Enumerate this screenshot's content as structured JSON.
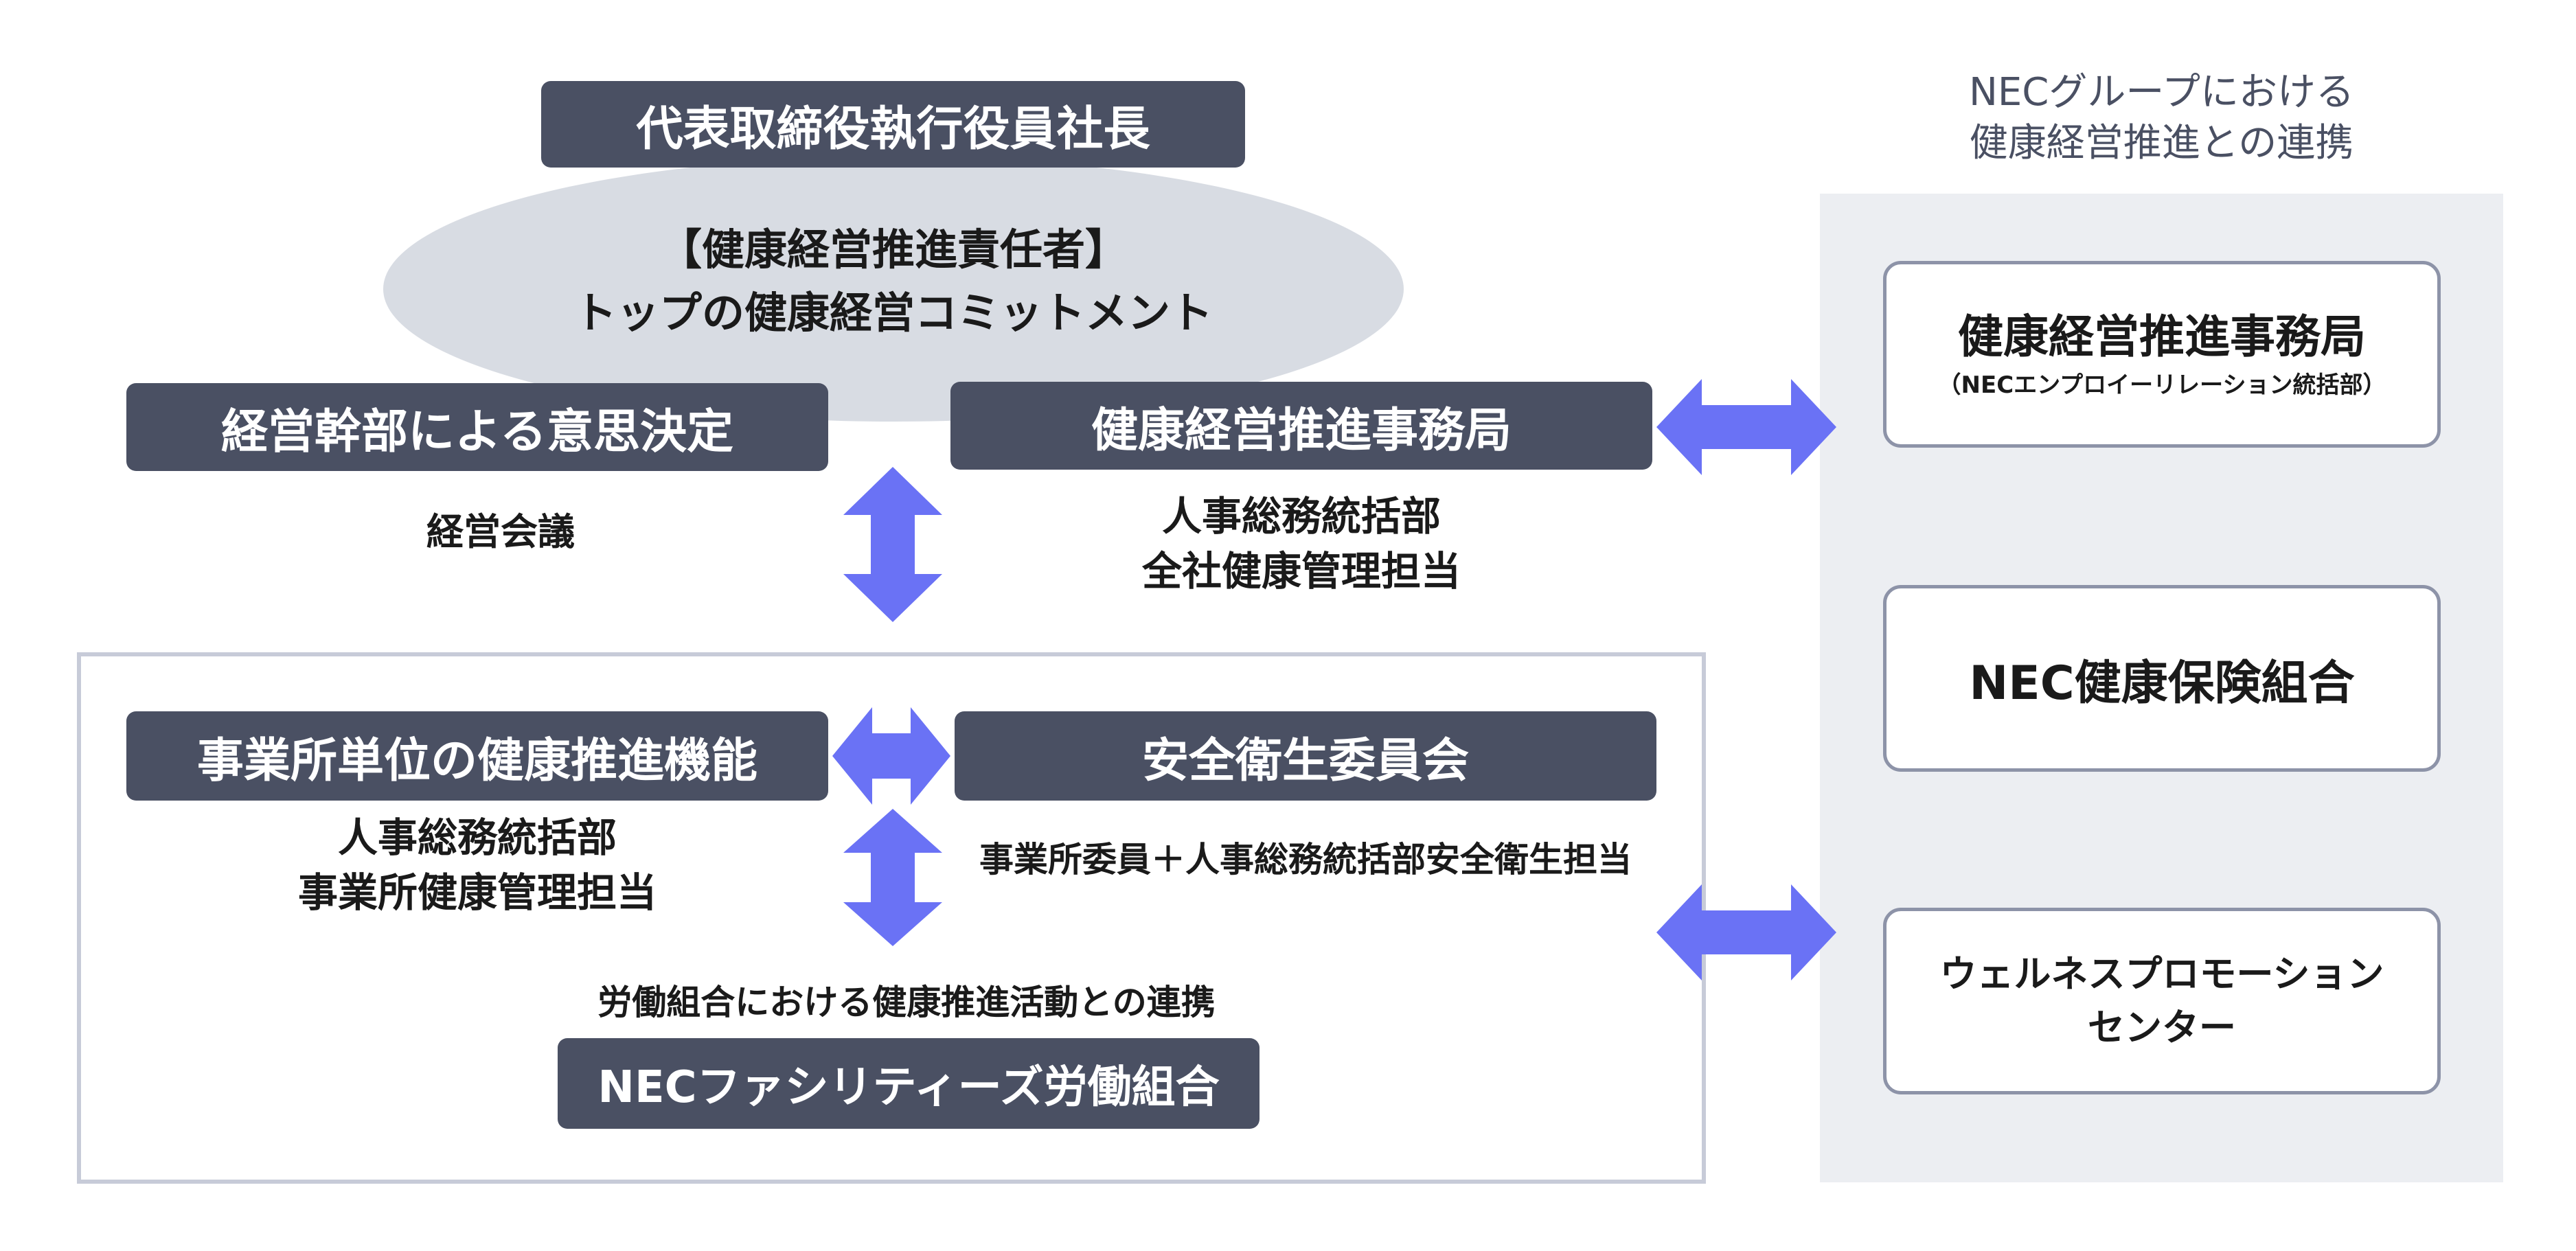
{
  "colors": {
    "dark_box": "#4a5063",
    "ellipse": "#d8dce3",
    "arrow": "#6a72f5",
    "panel": "#eceef2",
    "frame_border": "#c7cbd8",
    "card_border": "#8d93a8",
    "heading_text": "#4a5063"
  },
  "top": {
    "president": "代表取締役執行役員社長",
    "commitment_line1": "【健康経営推進責任者】",
    "commitment_line2": "トップの健康経営コミットメント"
  },
  "management": {
    "decision_box": "経営幹部による意思決定",
    "decision_sub": "経営会議",
    "office_box": "健康経営推進事務局",
    "office_sub_line1": "人事総務統括部",
    "office_sub_line2": "全社健康管理担当"
  },
  "site": {
    "function_box": "事業所単位の健康推進機能",
    "function_sub_line1": "人事総務統括部",
    "function_sub_line2": "事業所健康管理担当",
    "committee_box": "安全衛生委員会",
    "committee_sub": "事業所委員＋人事総務統括部安全衛生担当",
    "union_caption": "労働組合における健康推進活動との連携",
    "union_box": "NECファシリティーズ労働組合"
  },
  "group": {
    "heading_line1": "NECグループにおける",
    "heading_line2": "健康経営推進との連携",
    "card1_title": "健康経営推進事務局",
    "card1_sub": "（NECエンプロイーリレーション統括部）",
    "card2_title": "NEC健康保険組合",
    "card3_line1": "ウェルネスプロモーション",
    "card3_line2": "センター"
  },
  "icons": {
    "vertical_arrows": "double-headed-vertical-arrow",
    "horizontal_arrows": "double-headed-horizontal-arrow"
  }
}
